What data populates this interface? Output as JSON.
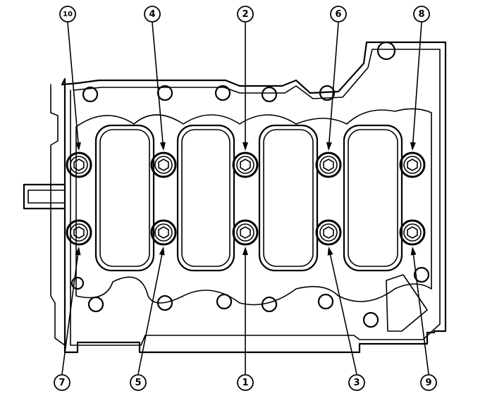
{
  "diagram": {
    "type": "cylinder-head-bolt-tightening-sequence",
    "bolts": [
      {
        "label": "10",
        "row": "top",
        "column": 1
      },
      {
        "label": "4",
        "row": "top",
        "column": 2
      },
      {
        "label": "2",
        "row": "top",
        "column": 3
      },
      {
        "label": "6",
        "row": "top",
        "column": 4
      },
      {
        "label": "8",
        "row": "top",
        "column": 5
      },
      {
        "label": "7",
        "row": "bottom",
        "column": 1
      },
      {
        "label": "5",
        "row": "bottom",
        "column": 2
      },
      {
        "label": "1",
        "row": "bottom",
        "column": 3
      },
      {
        "label": "3",
        "row": "bottom",
        "column": 4
      },
      {
        "label": "9",
        "row": "bottom",
        "column": 5
      }
    ],
    "line_color": "#000000",
    "background": "#ffffff"
  }
}
